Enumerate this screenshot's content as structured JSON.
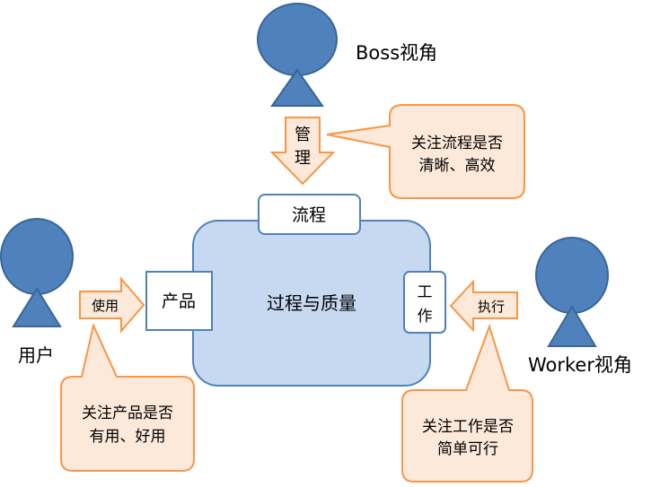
{
  "figures": {
    "boss": {
      "label": "Boss视角"
    },
    "user": {
      "label": "用户"
    },
    "worker": {
      "label": "Worker视角"
    }
  },
  "arrows": {
    "manage": {
      "line1": "管",
      "line2": "理"
    },
    "use": {
      "label": "使用"
    },
    "execute": {
      "label": "执行"
    }
  },
  "boxes": {
    "main": {
      "label": "过程与质量"
    },
    "process": {
      "label": "流程"
    },
    "product": {
      "label": "产品"
    },
    "work": {
      "line1": "工",
      "line2": "作"
    }
  },
  "callouts": {
    "boss": {
      "line1": "关注流程是否",
      "line2": "清晰、高效"
    },
    "user": {
      "line1": "关注产品是否",
      "line2": "有用、好用"
    },
    "worker": {
      "line1": "关注工作是否",
      "line2": "简单可行"
    }
  },
  "colors": {
    "figure_fill": "#4f81bd",
    "figure_stroke": "#3a6696",
    "arrow_fill": "#fde9d9",
    "arrow_stroke": "#f79646",
    "callout_fill": "#fde9d9",
    "callout_stroke": "#f79646",
    "main_fill": "#c6d9f1",
    "box_stroke": "#4f81bd"
  }
}
